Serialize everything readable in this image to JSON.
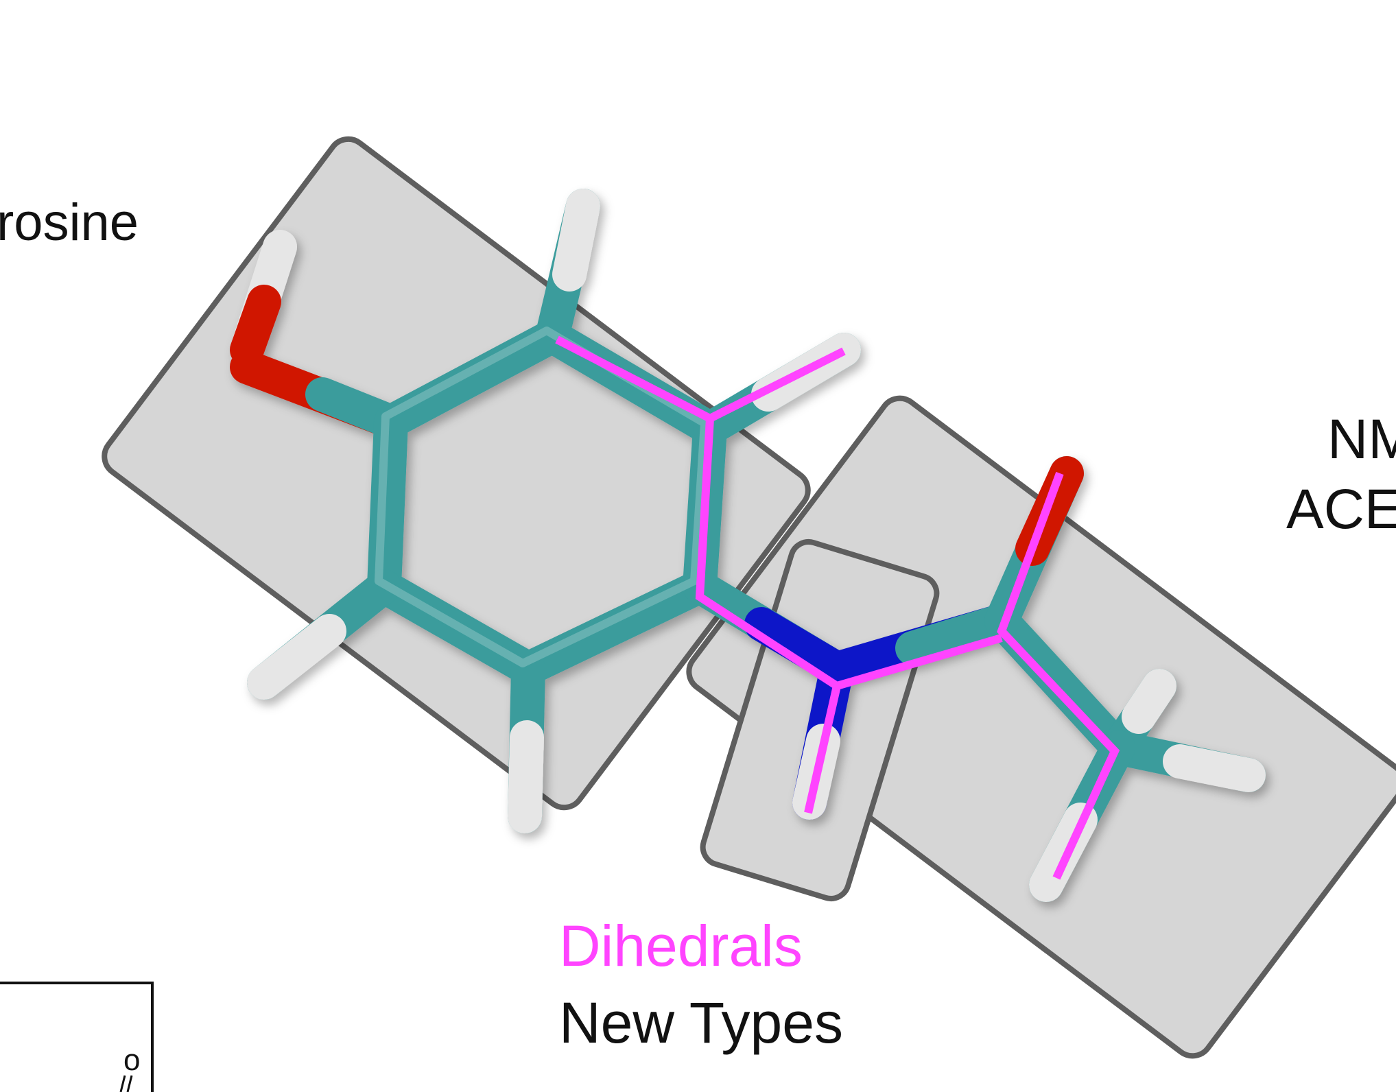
{
  "labels": {
    "left_label": "rosine",
    "right_label_line1": "NM",
    "right_label_line2": "ACE",
    "legend_line1": "Dihedrals",
    "legend_line2": "New Types",
    "corner_glyph": "o"
  },
  "colors": {
    "background": "#ffffff",
    "group_fill": "#d6d6d6",
    "group_stroke": "#5e5e5e",
    "carbon": "#3a9c9c",
    "oxygen": "#d01800",
    "nitrogen": "#0a18c8",
    "hydrogen": "#e6e6e6",
    "dihedral": "#ff44ff",
    "text": "#111111"
  }
}
